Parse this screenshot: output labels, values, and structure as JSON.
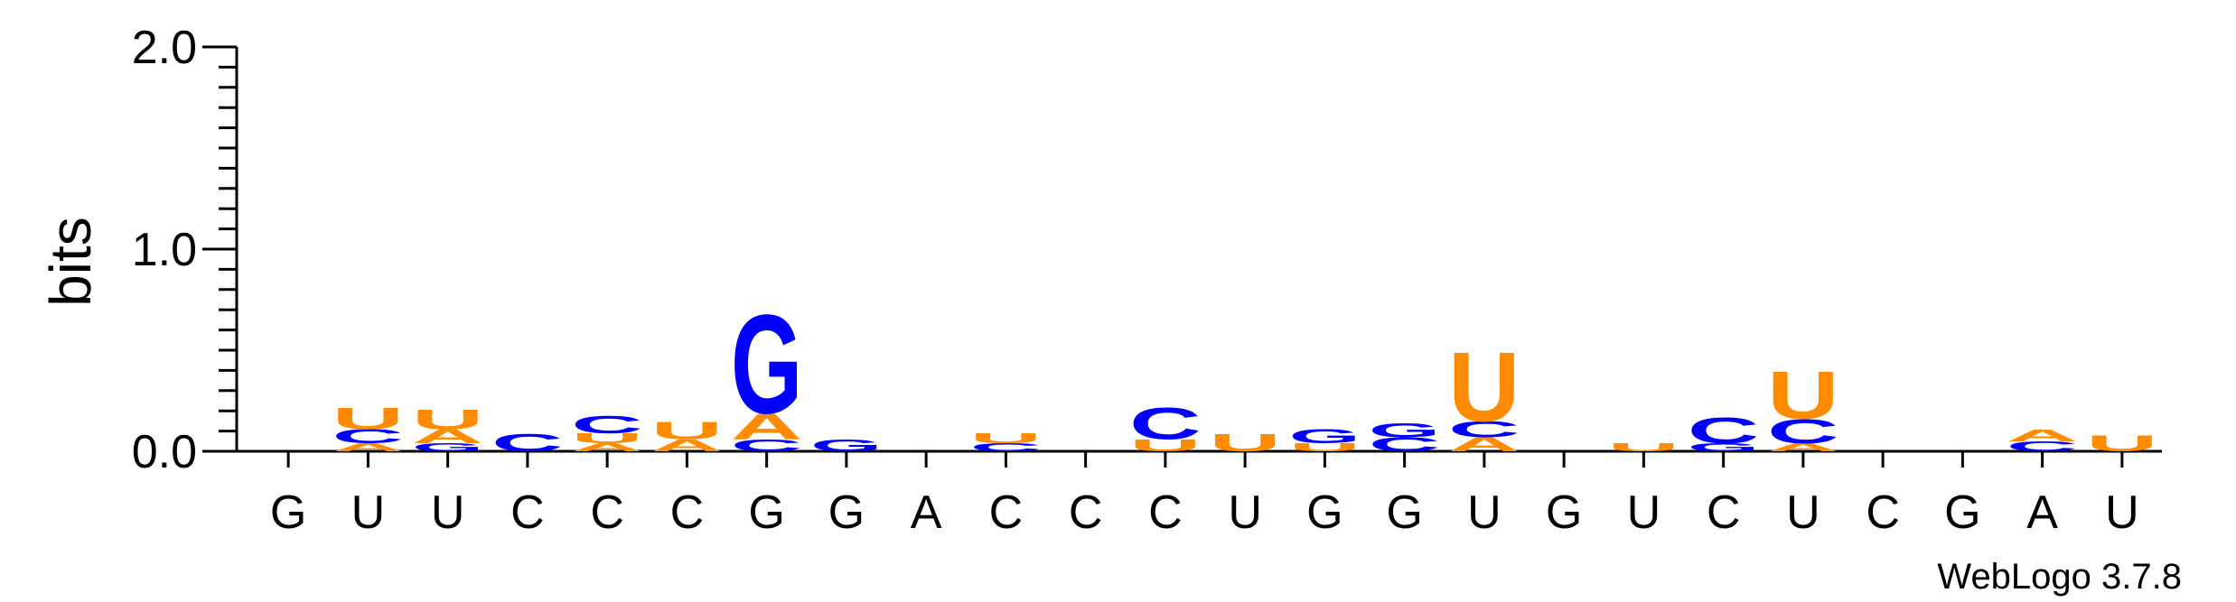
{
  "chart_data": {
    "type": "sequence-logo",
    "ylabel": "bits",
    "ylim": [
      0,
      2.0
    ],
    "yticks": [
      {
        "value": 0.0,
        "label": "0.0"
      },
      {
        "value": 1.0,
        "label": "1.0"
      },
      {
        "value": 2.0,
        "label": "2.0"
      }
    ],
    "sequence": [
      "G",
      "U",
      "U",
      "C",
      "C",
      "C",
      "G",
      "G",
      "A",
      "C",
      "C",
      "C",
      "U",
      "G",
      "G",
      "U",
      "G",
      "U",
      "C",
      "U",
      "C",
      "G",
      "A",
      "U"
    ],
    "colors": {
      "A": "#ff8c00",
      "U": "#ff8c00",
      "C": "#0000ff",
      "G": "#0000ff"
    },
    "stacks": [
      [],
      [
        {
          "letter": "A",
          "height": 0.04
        },
        {
          "letter": "C",
          "height": 0.07
        },
        {
          "letter": "U",
          "height": 0.11
        }
      ],
      [
        {
          "letter": "G",
          "height": 0.04
        },
        {
          "letter": "A",
          "height": 0.07
        },
        {
          "letter": "U",
          "height": 0.1
        }
      ],
      [
        {
          "letter": "C",
          "height": 0.09
        }
      ],
      [
        {
          "letter": "A",
          "height": 0.04
        },
        {
          "letter": "U",
          "height": 0.05
        },
        {
          "letter": "C",
          "height": 0.09
        }
      ],
      [
        {
          "letter": "A",
          "height": 0.06
        },
        {
          "letter": "U",
          "height": 0.09
        }
      ],
      [
        {
          "letter": "C",
          "height": 0.06
        },
        {
          "letter": "A",
          "height": 0.13
        },
        {
          "letter": "G",
          "height": 0.5
        }
      ],
      [
        {
          "letter": "G",
          "height": 0.06
        }
      ],
      [],
      [
        {
          "letter": "C",
          "height": 0.04
        },
        {
          "letter": "U",
          "height": 0.05
        }
      ],
      [],
      [
        {
          "letter": "U",
          "height": 0.06
        },
        {
          "letter": "C",
          "height": 0.16
        }
      ],
      [
        {
          "letter": "U",
          "height": 0.09
        }
      ],
      [
        {
          "letter": "U",
          "height": 0.04
        },
        {
          "letter": "G",
          "height": 0.07
        }
      ],
      [
        {
          "letter": "C",
          "height": 0.07
        },
        {
          "letter": "G",
          "height": 0.07
        }
      ],
      [
        {
          "letter": "A",
          "height": 0.07
        },
        {
          "letter": "C",
          "height": 0.08
        },
        {
          "letter": "U",
          "height": 0.35
        }
      ],
      [],
      [
        {
          "letter": "U",
          "height": 0.04
        }
      ],
      [
        {
          "letter": "G",
          "height": 0.04
        },
        {
          "letter": "C",
          "height": 0.13
        }
      ],
      [
        {
          "letter": "A",
          "height": 0.04
        },
        {
          "letter": "C",
          "height": 0.12
        },
        {
          "letter": "U",
          "height": 0.24
        }
      ],
      [],
      [],
      [
        {
          "letter": "C",
          "height": 0.05
        },
        {
          "letter": "A",
          "height": 0.06
        }
      ],
      [
        {
          "letter": "U",
          "height": 0.08
        }
      ]
    ]
  },
  "credit": "WebLogo 3.7.8"
}
